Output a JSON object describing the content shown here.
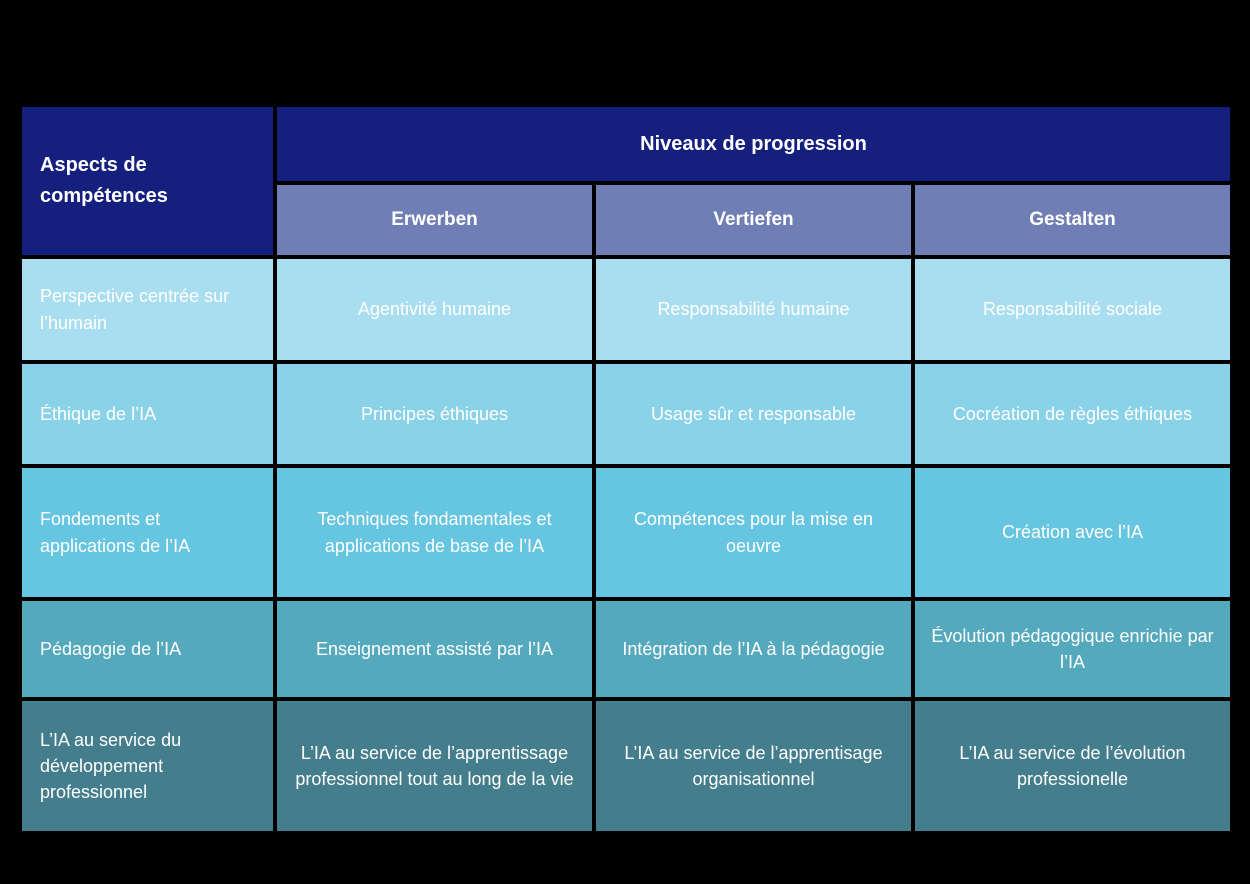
{
  "table": {
    "corner_header": "Aspects de compétences",
    "top_header": "Niveaux de progression",
    "level_headers": [
      "Erwerben",
      "Vertiefen",
      "Gestalten"
    ],
    "rows": [
      {
        "aspect": "Perspective centrée sur l’humain",
        "erwerben": "Agentivité humaine",
        "vertiefen": "Responsabilité humaine",
        "gestalten": "Responsabilité sociale"
      },
      {
        "aspect": "Éthique de l’IA",
        "erwerben": "Principes éthiques",
        "vertiefen": "Usage sûr et responsable",
        "gestalten": "Cocréation de règles éthiques"
      },
      {
        "aspect": "Fondements et applications de l’IA",
        "erwerben": "Techniques fondamentales et applications de base de l’IA",
        "vertiefen": "Compétences pour la mise en oeuvre",
        "gestalten": "Création avec l’IA"
      },
      {
        "aspect": "Pédagogie de l’IA",
        "erwerben": "Enseignement assisté par l’IA",
        "vertiefen": "Intégration de l’IA à la pédagogie",
        "gestalten": "Évolution pédagogique enrichie par l’IA"
      },
      {
        "aspect": "L’IA au service du développement professionnel",
        "erwerben": "L’IA au service de l’apprentissage professionnel tout au long de la vie",
        "vertiefen": "L’IA au service de l’apprentisage organisationnel",
        "gestalten": "L’IA au service de l’évolution professionelle"
      }
    ],
    "colors": {
      "background": "#000000",
      "header_navy": "#141f7e",
      "subheader_periwinkle": "#6f7eb5",
      "row_shades": [
        "#a9def0",
        "#8ad2e7",
        "#66c5e0",
        "#55a9bd",
        "#447d8c"
      ],
      "text": "#ffffff"
    }
  }
}
